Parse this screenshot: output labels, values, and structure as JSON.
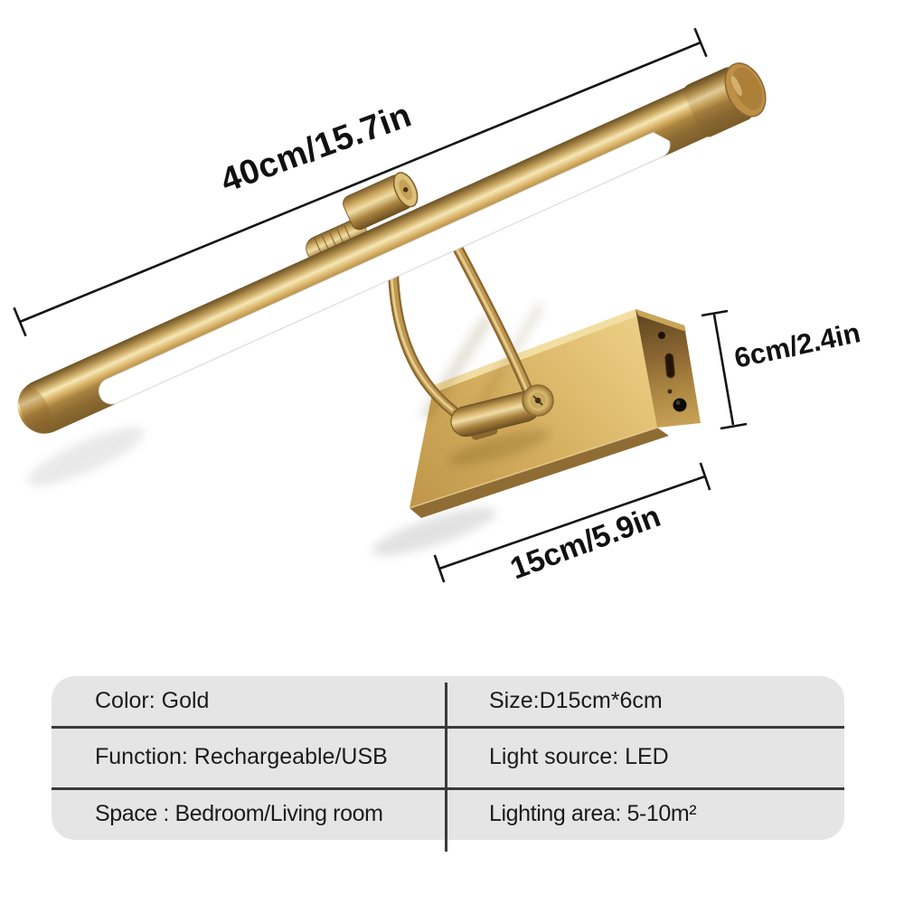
{
  "annotations": {
    "bar_length_label": "40cm/15.7in",
    "mount_height_label": "6cm/2.4in",
    "mount_width_label": "15cm/5.9in"
  },
  "spec_table": {
    "rows": [
      {
        "left": "Color: Gold",
        "right": "Size:D15cm*6cm"
      },
      {
        "left": "Function: Rechargeable/USB",
        "right": "Light source: LED"
      },
      {
        "left": "Space : Bedroom/Living room",
        "right": "Lighting area: 5-10m²"
      }
    ]
  },
  "colors": {
    "gold_main": "#c9a254",
    "gold_highlight": "#f6e7b6",
    "gold_shadow": "#7a5b28",
    "diffuser_white": "#ffffff",
    "annotation_line": "#141414",
    "annotation_text": "#111111",
    "table_background": "#e5e5e5",
    "table_line": "#3a3a3a",
    "table_text": "#1b1b1b"
  }
}
